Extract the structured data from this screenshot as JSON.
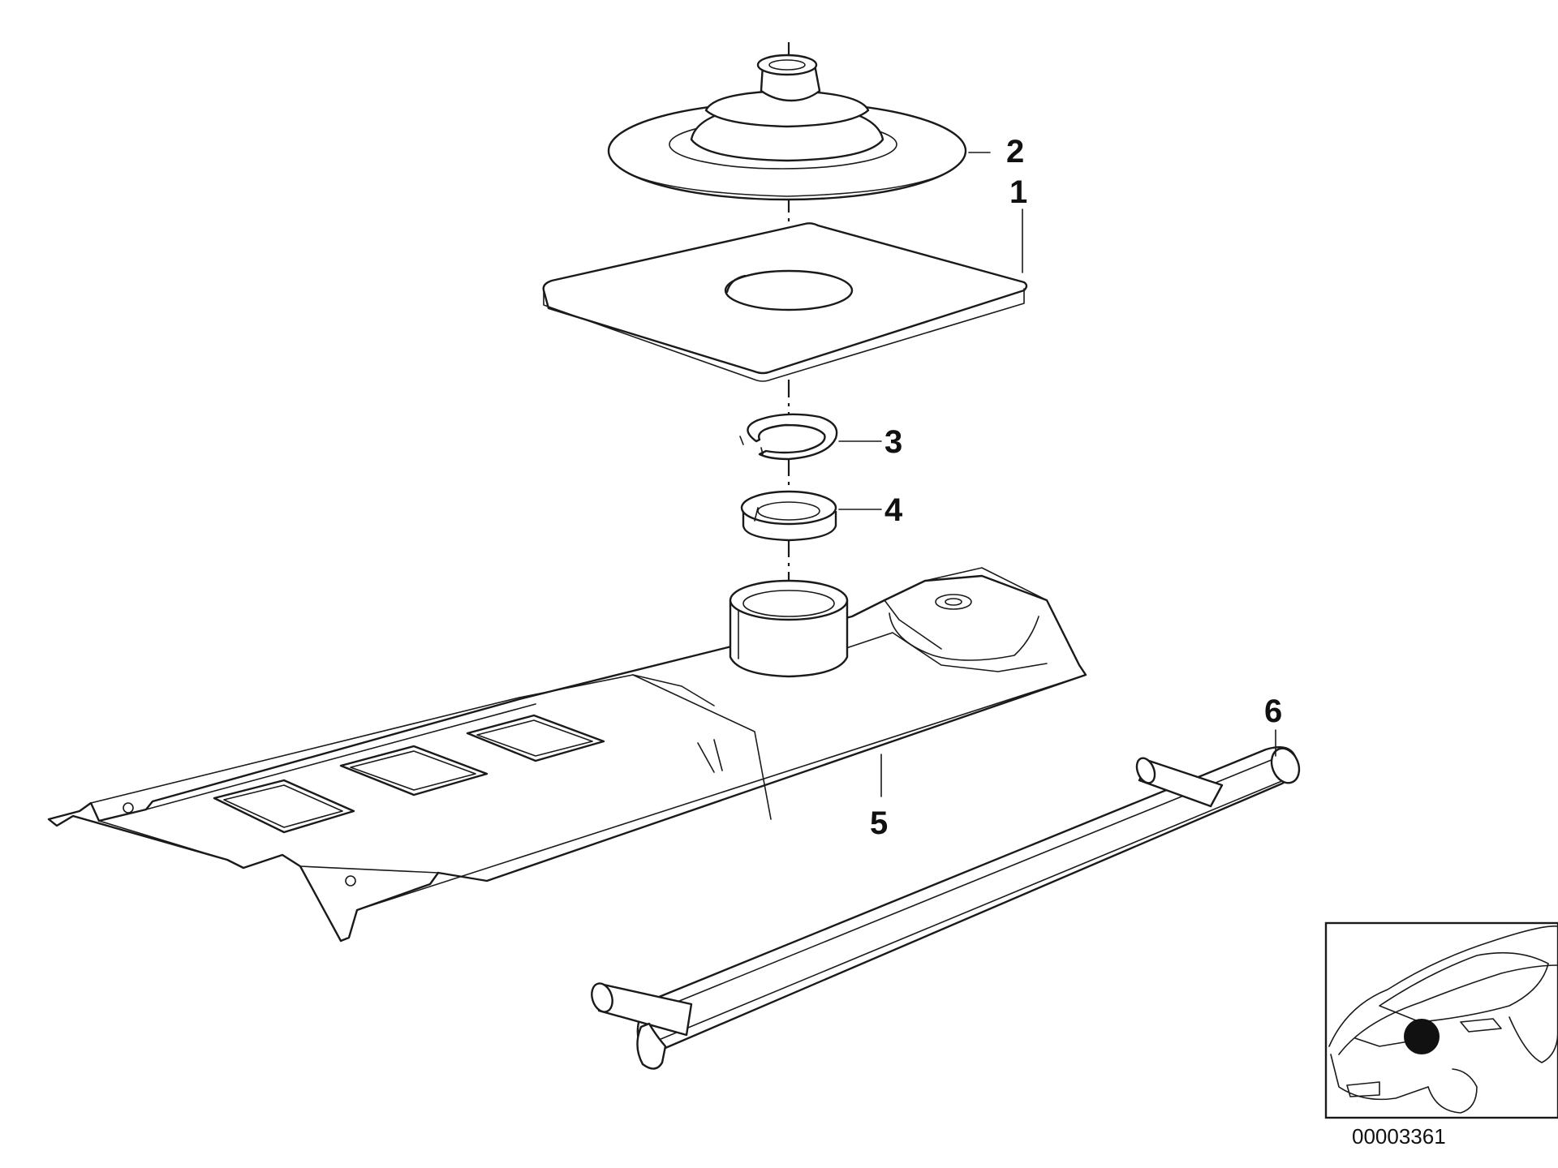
{
  "diagram": {
    "callouts": [
      {
        "id": "part-1",
        "label": "1"
      },
      {
        "id": "part-2",
        "label": "2"
      },
      {
        "id": "part-3",
        "label": "3"
      },
      {
        "id": "part-4",
        "label": "4"
      },
      {
        "id": "part-5",
        "label": "5"
      },
      {
        "id": "part-6",
        "label": "6"
      }
    ],
    "reference_number": "00003361"
  }
}
